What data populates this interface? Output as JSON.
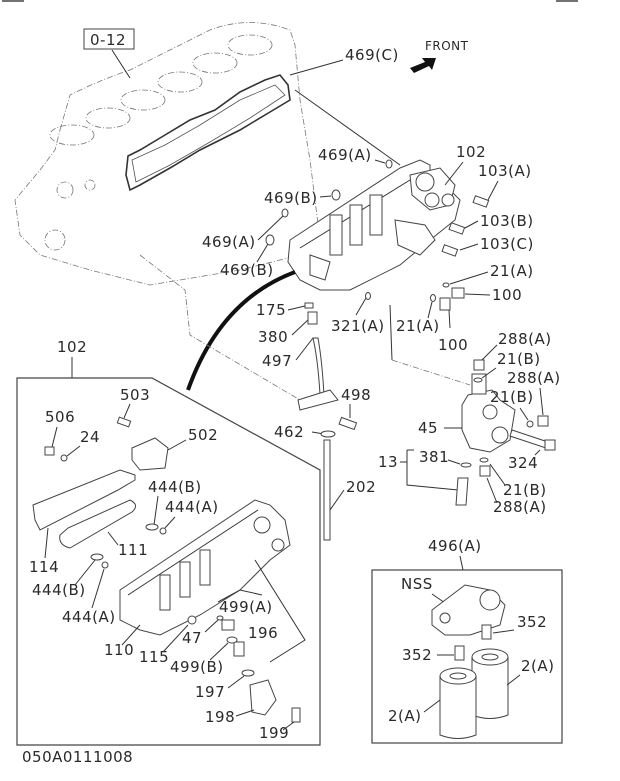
{
  "diagram": {
    "id": "050A0111008",
    "reference_box": "0-12",
    "direction_label": "FRONT",
    "labels": {
      "l469c": "469(C)",
      "l469a_top": "469(A)",
      "l469b_top": "469(B)",
      "l469a_mid": "469(A)",
      "l469b_mid": "469(B)",
      "l102_top": "102",
      "l103a": "103(A)",
      "l103b": "103(B)",
      "l103c": "103(C)",
      "l21a_right": "21(A)",
      "l100_right": "100",
      "l175": "175",
      "l380": "380",
      "l497": "497",
      "l321a": "321(A)",
      "l21a_mid": "21(A)",
      "l100_mid": "100",
      "l288a_1": "288(A)",
      "l21b_1": "21(B)",
      "l288a_2": "288(A)",
      "l21b_2": "21(B)",
      "l45": "45",
      "l324": "324",
      "l13": "13",
      "l381": "381",
      "l21b_3": "21(B)",
      "l288a_3": "288(A)",
      "l498": "498",
      "l462": "462",
      "l202": "202",
      "l102_box": "102",
      "l503": "503",
      "l506": "506",
      "l24": "24",
      "l502": "502",
      "l444b_1": "444(B)",
      "l444a_1": "444(A)",
      "l111": "111",
      "l114": "114",
      "l444b_2": "444(B)",
      "l444a_2": "444(A)",
      "l110": "110",
      "l115": "115",
      "l47": "47",
      "l499a": "499(A)",
      "l196": "196",
      "l499b": "499(B)",
      "l197": "197",
      "l198": "198",
      "l199": "199",
      "l496a": "496(A)",
      "lnss": "NSS",
      "l352_1": "352",
      "l352_2": "352",
      "l2a_1": "2(A)",
      "l2a_2": "2(A)"
    }
  }
}
